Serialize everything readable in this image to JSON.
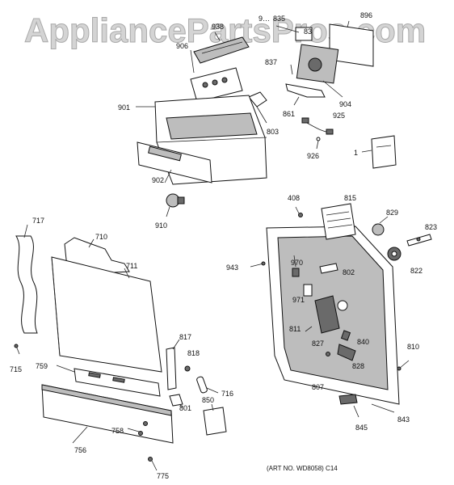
{
  "watermark": "AppliancePartsPros.com",
  "art_note": "(ART NO. WD8058) C14",
  "labels": {
    "l896": "896",
    "l938": "938",
    "l9xx": "9…",
    "l835": "835",
    "l83": "83",
    "l906": "906",
    "l837": "837",
    "l861": "861",
    "l904": "904",
    "l901": "901",
    "l803": "803",
    "l925": "925",
    "l926": "926",
    "l1": "1",
    "l902": "902",
    "l910": "910",
    "l408": "408",
    "l815": "815",
    "l829": "829",
    "l823": "823",
    "l717": "717",
    "l710": "710",
    "l711": "711",
    "l943": "943",
    "l970": "970",
    "l802": "802",
    "l822": "822",
    "l971": "971",
    "l811": "811",
    "l817": "817",
    "l818": "818",
    "l827": "827",
    "l840": "840",
    "l810": "810",
    "l715": "715",
    "l759": "759",
    "l828": "828",
    "l716": "716",
    "l807": "807",
    "l850": "850",
    "l801": "801",
    "l758": "758",
    "l843": "843",
    "l845": "845",
    "l756": "756",
    "l775": "775"
  }
}
